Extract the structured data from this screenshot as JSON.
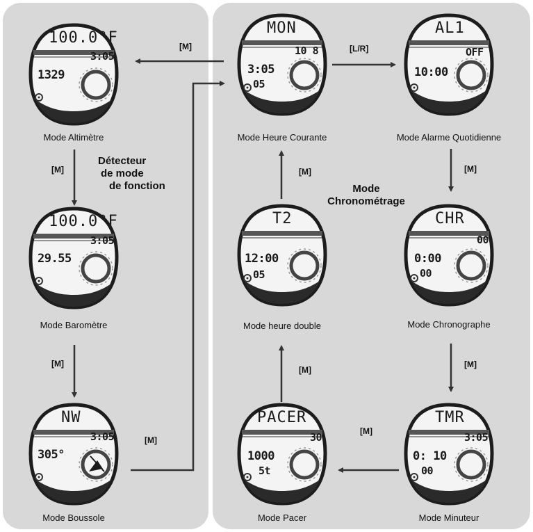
{
  "labels": {
    "function_detector": [
      "Détecteur",
      "de mode",
      "de fonction"
    ],
    "timekeeping": [
      "Mode",
      "Chronométrage"
    ]
  },
  "transitions": {
    "m": "[M]",
    "lr": "[L/R]"
  },
  "modes": {
    "altimeter": {
      "caption": "Mode Altimètre",
      "top": "100.0°F",
      "r1": "3:05",
      "r2": "1329"
    },
    "barometer": {
      "caption": "Mode Baromètre",
      "top": "100.0°F",
      "r1": "3:05",
      "r2": "29.55"
    },
    "compass": {
      "caption": "Mode Boussole",
      "top": "NW",
      "r1": "3:05",
      "r2": "305°"
    },
    "current": {
      "caption": "Mode Heure Courante",
      "top": "MON",
      "r1": "10 8",
      "r2": "3:05",
      "r3": "05"
    },
    "alarm": {
      "caption": "Mode Alarme Quotidienne",
      "top": "AL1",
      "r1": "OFF",
      "r2": "10:00"
    },
    "chrono": {
      "caption": "Mode Chronographe",
      "top": "CHR",
      "r1": "00",
      "r2": "0:00",
      "r3": "00"
    },
    "dual": {
      "caption": "Mode heure double",
      "top": "T2",
      "r2": "12:00",
      "r3": "05"
    },
    "timer": {
      "caption": "Mode Minuteur",
      "top": "TMR",
      "r1": "3:05",
      "r2": "0: 10",
      "r3": "00"
    },
    "pacer": {
      "caption": "Mode Pacer",
      "top": "PACER",
      "r1": "30",
      "r2": "1000",
      "r3": "5t"
    }
  }
}
